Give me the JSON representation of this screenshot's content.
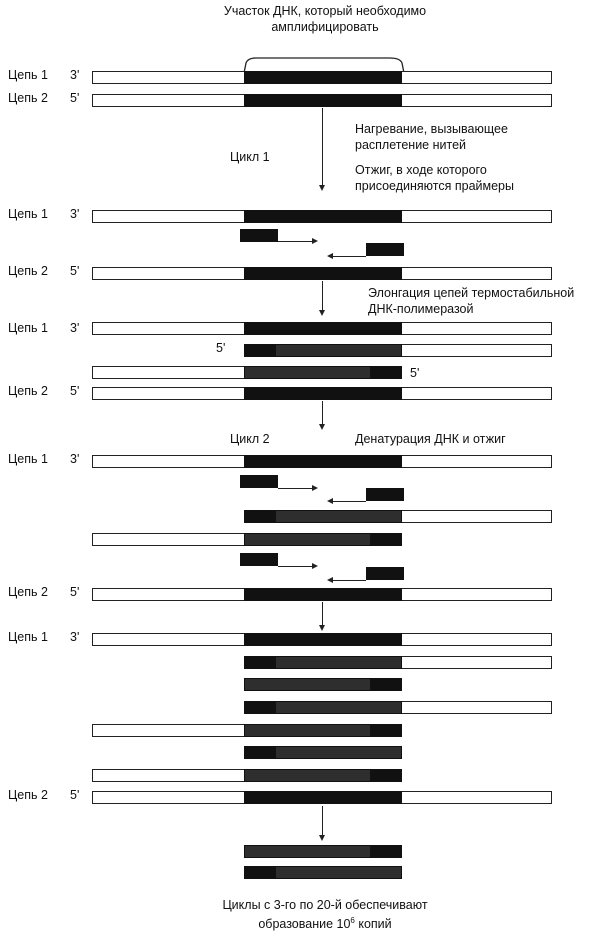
{
  "title_line1": "Участок ДНК, который необходимо",
  "title_line2": "амплифицировать",
  "strand1": "Цепь 1",
  "strand2": "Цепь 2",
  "end3": "3'",
  "end5": "5'",
  "step1_line1": "Нагревание, вызывающее",
  "step1_line2": "расплетение нитей",
  "cycle1": "Цикл 1",
  "step2_line1": "Отжиг, в ходе которого",
  "step2_line2": "присоединяются праймеры",
  "step3_line1": "Элонгация цепей термостабильной",
  "step3_line2": "ДНК-полимеразой",
  "cycle2": "Цикл 2",
  "step4": "Денатурация ДНК и отжиг",
  "footer_line1": "Циклы с 3-го по 20-й обеспечивают",
  "footer_line2_pre": "образование 10",
  "footer_exp": "6",
  "footer_line2_post": " копий"
}
